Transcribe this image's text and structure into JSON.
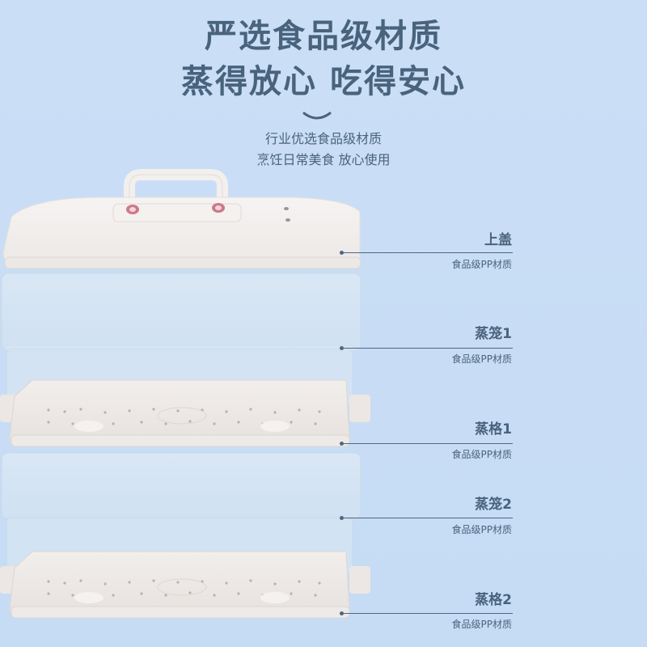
{
  "header": {
    "headline_line1": "严选食品级材质",
    "headline_line2": "蒸得放心 吃得安心",
    "subtitle_line1": "行业优选食品级材质",
    "subtitle_line2": "烹饪日常美食 放心使用"
  },
  "colors": {
    "background": "#c9def6",
    "text": "#4a637d",
    "rule": "#4e6883",
    "lid": "#f4f1ef",
    "handle_accent": "#c45a6e"
  },
  "product": {
    "name": "three-tier-steamer",
    "parts_icon": "steamer-illustration"
  },
  "callouts": [
    {
      "label": "上盖",
      "sublabel": "食品级PP材质"
    },
    {
      "label": "蒸笼1",
      "sublabel": "食品级PP材质"
    },
    {
      "label": "蒸格1",
      "sublabel": "食品级PP材质"
    },
    {
      "label": "蒸笼2",
      "sublabel": "食品级PP材质"
    },
    {
      "label": "蒸格2",
      "sublabel": "食品级PP材质"
    }
  ]
}
